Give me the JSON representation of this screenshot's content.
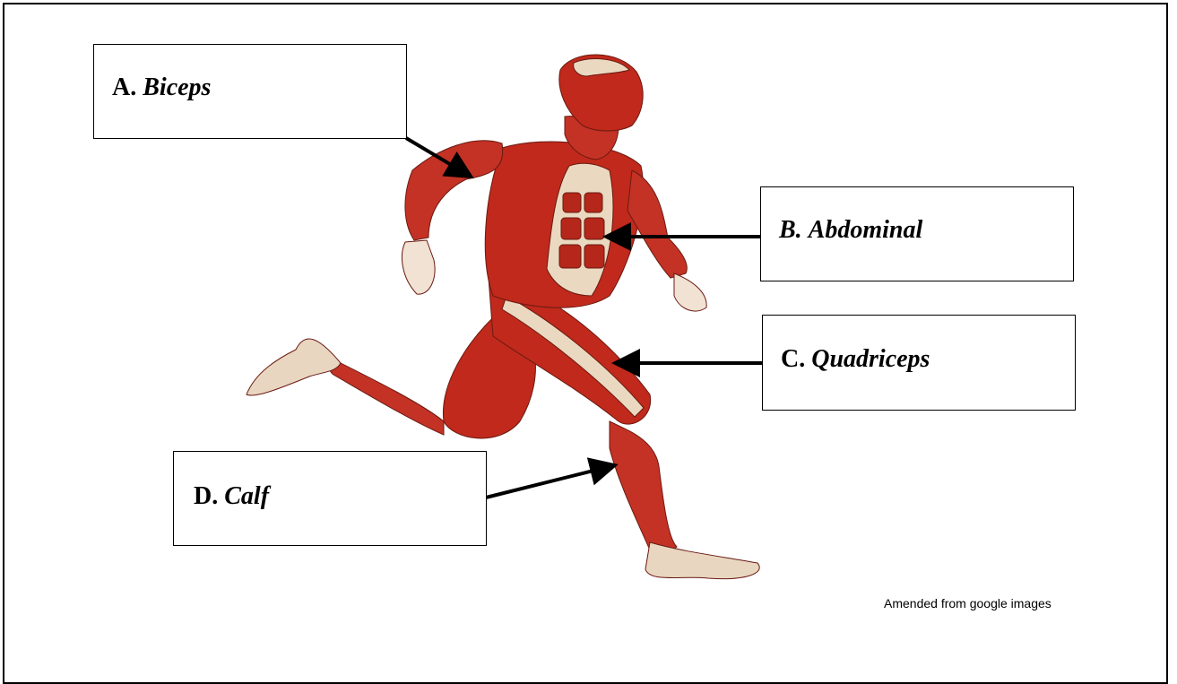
{
  "labels": {
    "a": {
      "letter": "A.",
      "name": "Biceps"
    },
    "b": {
      "letter": "B.",
      "name": "Abdominal"
    },
    "c": {
      "letter": "C.",
      "name": "Quadriceps"
    },
    "d": {
      "letter": "D.",
      "name": "Calf"
    }
  },
  "credit": "Amended from google images",
  "colors": {
    "muscle": "#c0291b",
    "muscle_dark": "#8e1a10",
    "tendon": "#ead9c0",
    "skin": "#f1e2d3",
    "outline": "#000000"
  }
}
